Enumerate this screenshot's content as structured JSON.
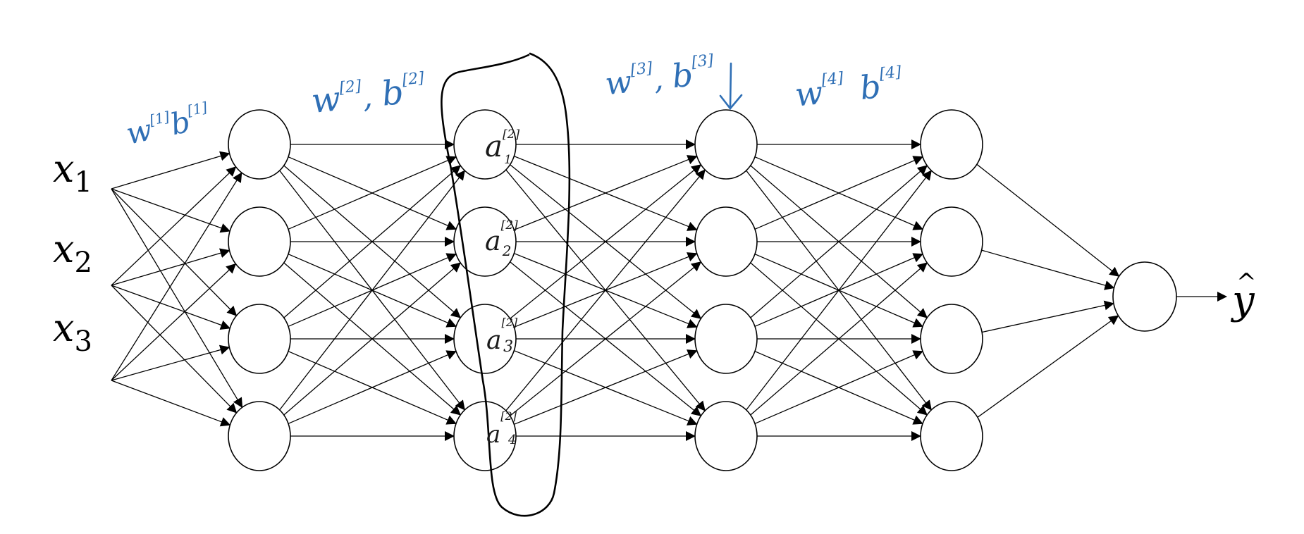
{
  "inputs": [
    {
      "base": "x",
      "sub": "1"
    },
    {
      "base": "x",
      "sub": "2"
    },
    {
      "base": "x",
      "sub": "3"
    }
  ],
  "output": {
    "base": "y",
    "hat": "^"
  },
  "layer_params": [
    {
      "w": "w",
      "w_sup": "[1]",
      "b": "b",
      "b_sup": "[1]"
    },
    {
      "w": "w",
      "w_sup": "[2]",
      "b": "b",
      "b_sup": "[2]"
    },
    {
      "w": "w",
      "w_sup": "[3]",
      "b": "b",
      "b_sup": "[3]"
    },
    {
      "w": "w",
      "w_sup": "[4]",
      "b": "b",
      "b_sup": "[4]"
    }
  ],
  "activations": [
    {
      "base": "a",
      "sup": "[2]",
      "sub": "1"
    },
    {
      "base": "a",
      "sup": "[2]",
      "sub": "2"
    },
    {
      "base": "a",
      "sup": "[2]",
      "sub": "3"
    },
    {
      "base": "a",
      "sup": "[2]",
      "sub": "4"
    }
  ],
  "colors": {
    "ink": "#000000",
    "annotation": "#2f6fb5"
  }
}
